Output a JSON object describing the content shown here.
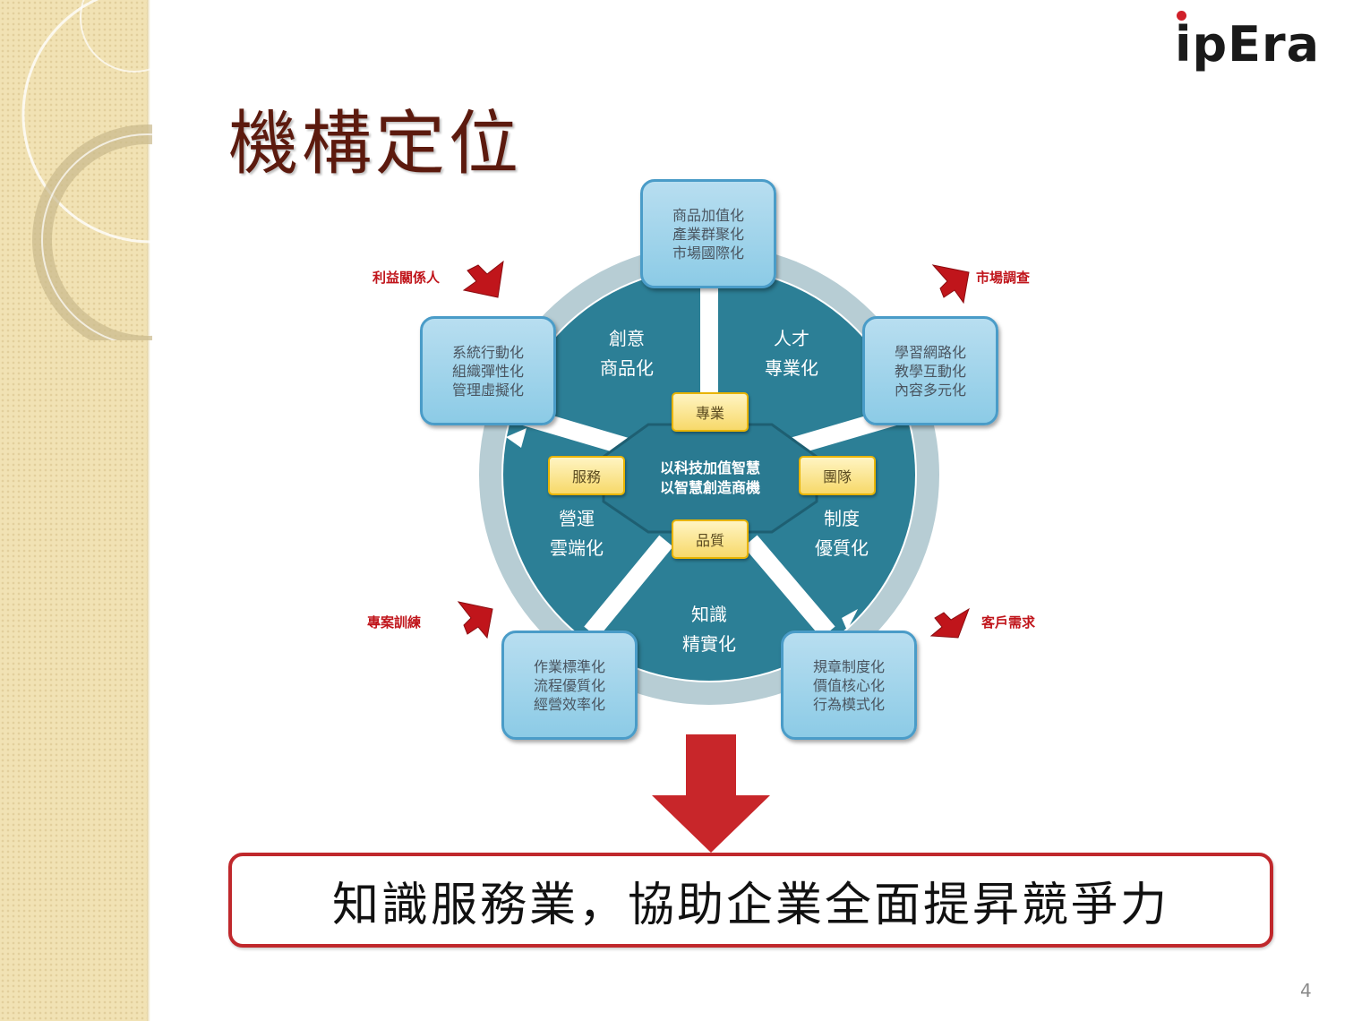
{
  "logo": {
    "text": "ipEra",
    "accent_color": "#d0202a"
  },
  "title": "機構定位",
  "diagram": {
    "center": {
      "line1": "以科技加值智慧",
      "line2": "以智慧創造商機"
    },
    "tags": [
      "專業",
      "團隊",
      "品質",
      "服務"
    ],
    "segments": [
      {
        "line1": "創意",
        "line2": "商品化"
      },
      {
        "line1": "人才",
        "line2": "專業化"
      },
      {
        "line1": "制度",
        "line2": "優質化"
      },
      {
        "line1": "知識",
        "line2": "精實化"
      },
      {
        "line1": "營運",
        "line2": "雲端化"
      }
    ],
    "boxes": [
      {
        "lines": [
          "商品加值化",
          "產業群聚化",
          "市場國際化"
        ]
      },
      {
        "lines": [
          "學習網路化",
          "教學互動化",
          "內容多元化"
        ]
      },
      {
        "lines": [
          "規章制度化",
          "價值核心化",
          "行為模式化"
        ]
      },
      {
        "lines": [
          "作業標準化",
          "流程優質化",
          "經營效率化"
        ]
      },
      {
        "lines": [
          "系統行動化",
          "組織彈性化",
          "管理虛擬化"
        ]
      }
    ],
    "side_labels": [
      "利益關係人",
      "市場調查",
      "客戶需求",
      "專案訓練"
    ],
    "colors": {
      "ring": "#2c7f96",
      "outer_ring": "#b7cdd4",
      "box": "#8ccbe6",
      "tag": "#f7d96a",
      "arrow": "#c0151b"
    }
  },
  "conclusion": "知識服務業，協助企業全面提昇競爭力",
  "page_number": "4"
}
